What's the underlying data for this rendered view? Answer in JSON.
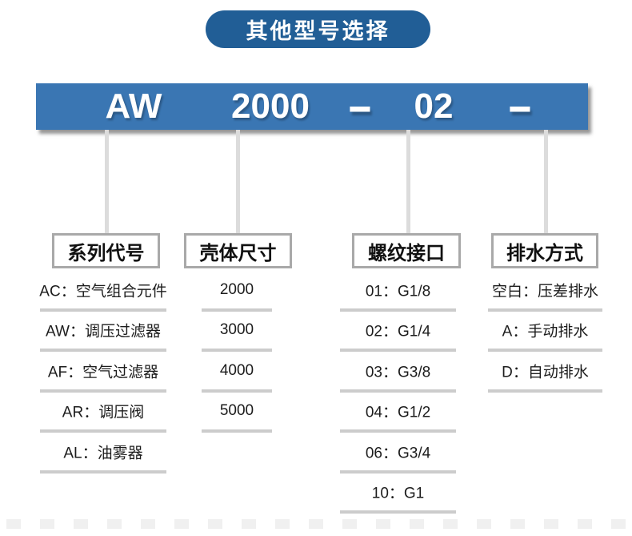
{
  "badge": {
    "label": "其他型号选择"
  },
  "model_bar": {
    "segments": [
      "AW",
      "2000",
      "–",
      "02",
      "–"
    ]
  },
  "columns": [
    {
      "id": "series-code",
      "header": "系列代号",
      "items": [
        "AC：空气组合元件",
        "AW：调压过滤器",
        "AF：空气过滤器",
        "AR：调压阀",
        "AL：油雾器"
      ]
    },
    {
      "id": "body-size",
      "header": "壳体尺寸",
      "items": [
        "2000",
        "3000",
        "4000",
        "5000"
      ]
    },
    {
      "id": "thread-port",
      "header": "螺纹接口",
      "items": [
        "01：G1/8",
        "02：G1/4",
        "03：G3/8",
        "04：G1/2",
        "06：G3/4",
        "10：G1"
      ]
    },
    {
      "id": "drain-type",
      "header": "排水方式",
      "items": [
        "空白：压差排水",
        "A：手动排水",
        "D：自动排水"
      ]
    }
  ],
  "colors": {
    "badge_blue": "#215e96",
    "bar_blue": "#3a76b3",
    "connector_gray": "#dcdcdc",
    "underline_gray": "#cccccc",
    "box_border_gray": "#a9a9a9",
    "text_dark": "#1c1c1c"
  }
}
